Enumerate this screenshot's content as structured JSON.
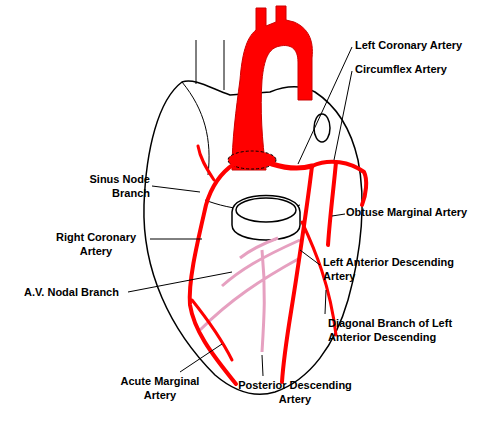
{
  "diagram": {
    "labels": [
      "Left Coronary Artery",
      "Circumflex Artery",
      "Sinus Node Branch",
      "Obtuse Marginal Artery",
      "Right Coronary Artery",
      "Left Anterior Descending Artery",
      "A.V. Nodal Branch",
      "Diagonal Branch of Left Anterior Descending",
      "Acute Marginal Artery",
      "Posterior Descending Artery"
    ]
  }
}
